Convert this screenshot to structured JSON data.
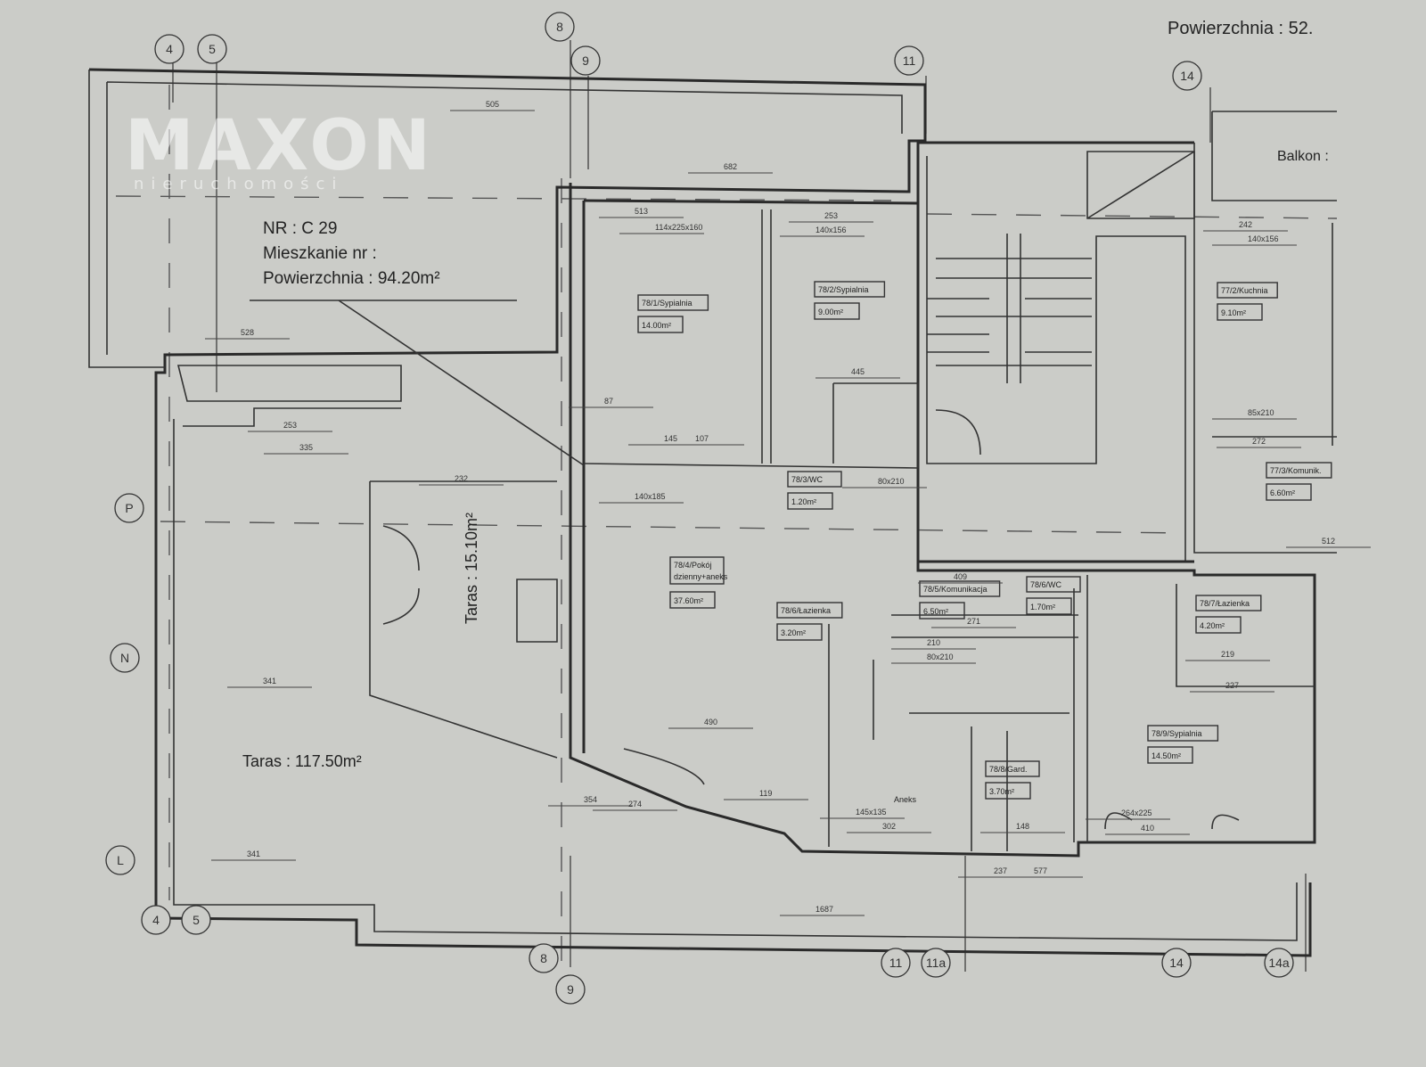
{
  "header": {
    "area_right": "Powierzchnia  :  52."
  },
  "info": {
    "nr": "NR : C 29",
    "apartment": "Mieszkanie nr :",
    "area": "Powierzchnia  :  94.20m²"
  },
  "balcony": "Balkon  :",
  "terraces": {
    "small": "Taras :  15.10m²",
    "large": "Taras :  117.50m²"
  },
  "rooms": [
    {
      "name": "78/1/Sypialnia",
      "area": "14.00m²"
    },
    {
      "name": "78/2/Sypialnia",
      "area": "9.00m²"
    },
    {
      "name": "78/3/WC",
      "area": "1.20m²"
    },
    {
      "name": "78/4/Pokój",
      "name2": "dzienny+aneks",
      "area": "37.60m²"
    },
    {
      "name": "78/5/Komunikacja",
      "area": "6.50m²"
    },
    {
      "name": "78/6/WC",
      "area": "1.70m²"
    },
    {
      "name": "78/6/Łazienka",
      "area": "3.20m²"
    },
    {
      "name": "78/7/Łazienka",
      "area": "4.20m²"
    },
    {
      "name": "78/8/Gard.",
      "area": "3.70m²"
    },
    {
      "name": "78/9/Sypialnia",
      "area": "14.50m²"
    },
    {
      "name": "77/2/Kuchnia",
      "area": "9.10m²"
    },
    {
      "name": "77/3/Komunik.",
      "area": "6.60m²"
    }
  ],
  "kitchenette": "Aneks",
  "grid_labels": {
    "top": [
      "4",
      "5",
      "8",
      "9",
      "11",
      "14"
    ],
    "bottom": [
      "4",
      "5",
      "8",
      "9",
      "11",
      "11a",
      "14",
      "14a"
    ],
    "left": [
      "P",
      "N",
      "L"
    ]
  },
  "dimensions": [
    "505",
    "682",
    "528",
    "253",
    "335",
    "513",
    "253",
    "445",
    "145",
    "409",
    "271",
    "210",
    "80x210",
    "490",
    "119",
    "274",
    "354",
    "1687",
    "237",
    "512",
    "242",
    "227",
    "219",
    "410",
    "302",
    "148",
    "264x225",
    "145x135",
    "341",
    "341",
    "232",
    "140x185",
    "80x210",
    "114x225x160",
    "140x156",
    "140x156",
    "85x210",
    "272",
    "87",
    "107",
    "577"
  ],
  "watermark": {
    "brand": "MAXON",
    "sub": "nieruchomości"
  }
}
